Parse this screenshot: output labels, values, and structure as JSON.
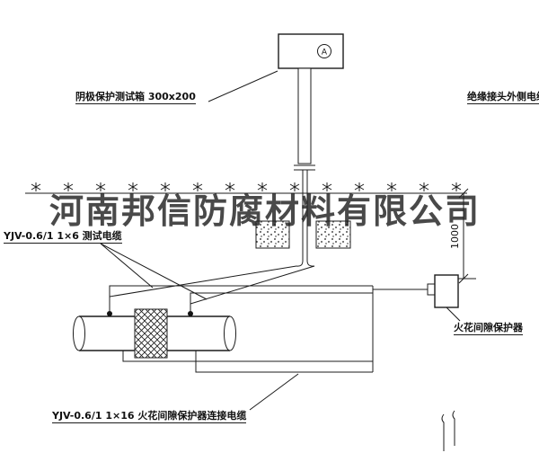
{
  "page": {
    "background": "#ffffff",
    "line_color": "#1c1c1c"
  },
  "diagram": {
    "test_box_label": "阴极保护测试箱 300x200",
    "insulated_cable_label": "绝缘接头外侧电缆",
    "test_cable_label": "YJV-0.6/1 1×6  测试电缆",
    "spark_gap_label": "火花间隙保护器",
    "connection_cable_label": "YJV-0.6/1 1×16  火花间隙保护器连接电缆",
    "dimension_value": "1000",
    "meter_symbol": "A"
  },
  "watermark": {
    "text": "河南邦信防腐材料有限公司",
    "color": "#222222"
  }
}
